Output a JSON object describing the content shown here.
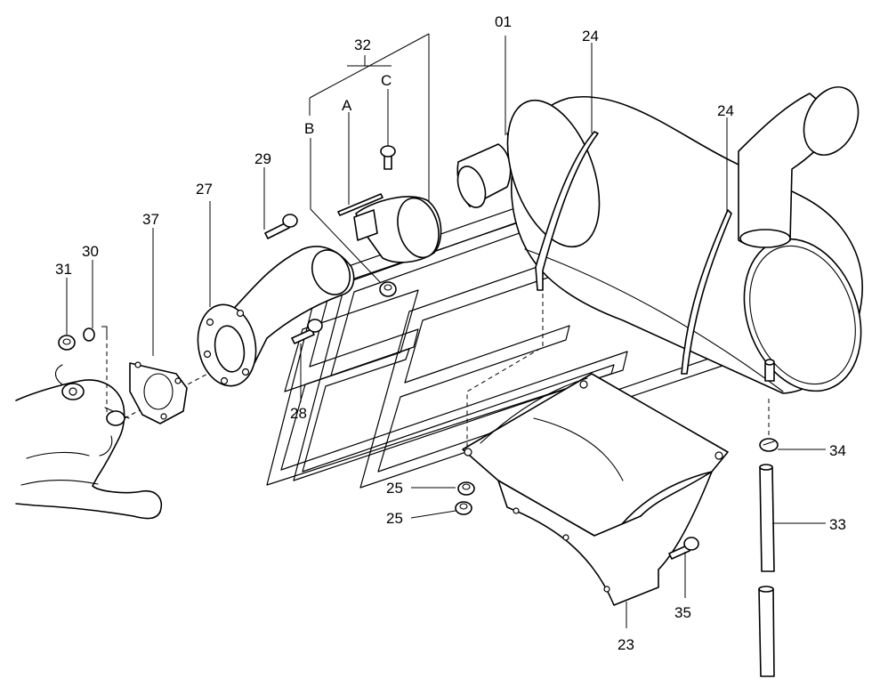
{
  "callouts": {
    "c01": "01",
    "c23": "23",
    "c24a": "24",
    "c24b": "24",
    "c25a": "25",
    "c25b": "25",
    "c27": "27",
    "c28": "28",
    "c29": "29",
    "c30": "30",
    "c31": "31",
    "c32": "32",
    "c33": "33",
    "c34": "34",
    "c35": "35",
    "c37": "37",
    "cA": "A",
    "cB": "B",
    "cC": "C"
  },
  "colors": {
    "line": "#000000",
    "background": "#ffffff"
  },
  "icons": {
    "watermark": "stylized-e-outline-watermark"
  }
}
